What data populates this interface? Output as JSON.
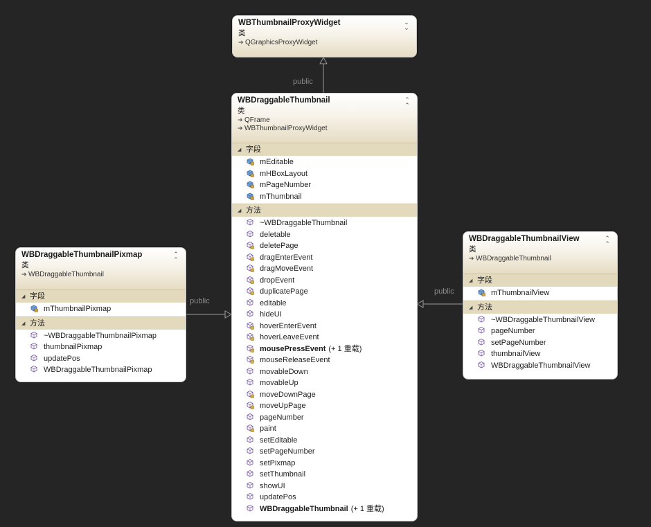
{
  "edge_labels": {
    "top": "public",
    "left": "public",
    "right": "public"
  },
  "classes": {
    "proxy": {
      "name": "WBThumbnailProxyWidget",
      "kind": "类",
      "collapse_icon": "chevron-double-down-icon",
      "bases": [
        "QGraphicsProxyWidget"
      ]
    },
    "main": {
      "name": "WBDraggableThumbnail",
      "kind": "类",
      "collapse_icon": "chevron-double-up-icon",
      "bases": [
        "QFrame",
        "WBThumbnailProxyWidget"
      ],
      "fields_label": "字段",
      "fields": [
        "mEditable",
        "mHBoxLayout",
        "mPageNumber",
        "mThumbnail"
      ],
      "methods_label": "方法",
      "methods": [
        {
          "name": "~WBDraggableThumbnail",
          "icon": "public-method-icon"
        },
        {
          "name": "deletable",
          "icon": "public-method-icon"
        },
        {
          "name": "deletePage",
          "icon": "protected-method-icon"
        },
        {
          "name": "dragEnterEvent",
          "icon": "protected-method-icon"
        },
        {
          "name": "dragMoveEvent",
          "icon": "protected-method-icon"
        },
        {
          "name": "dropEvent",
          "icon": "protected-method-icon"
        },
        {
          "name": "duplicatePage",
          "icon": "protected-method-icon"
        },
        {
          "name": "editable",
          "icon": "public-method-icon"
        },
        {
          "name": "hideUI",
          "icon": "public-method-icon"
        },
        {
          "name": "hoverEnterEvent",
          "icon": "protected-method-icon"
        },
        {
          "name": "hoverLeaveEvent",
          "icon": "protected-method-icon"
        },
        {
          "name": "mousePressEvent",
          "icon": "protected-method-icon",
          "bold": true,
          "overload": "(+ 1 重载)"
        },
        {
          "name": "mouseReleaseEvent",
          "icon": "protected-method-icon"
        },
        {
          "name": "movableDown",
          "icon": "public-method-icon"
        },
        {
          "name": "movableUp",
          "icon": "public-method-icon"
        },
        {
          "name": "moveDownPage",
          "icon": "protected-method-icon"
        },
        {
          "name": "moveUpPage",
          "icon": "protected-method-icon"
        },
        {
          "name": "pageNumber",
          "icon": "public-method-icon"
        },
        {
          "name": "paint",
          "icon": "protected-method-icon"
        },
        {
          "name": "setEditable",
          "icon": "public-method-icon"
        },
        {
          "name": "setPageNumber",
          "icon": "public-method-icon"
        },
        {
          "name": "setPixmap",
          "icon": "public-method-icon"
        },
        {
          "name": "setThumbnail",
          "icon": "public-method-icon"
        },
        {
          "name": "showUI",
          "icon": "public-method-icon"
        },
        {
          "name": "updatePos",
          "icon": "public-method-icon"
        },
        {
          "name": "WBDraggableThumbnail",
          "icon": "public-method-icon",
          "bold": true,
          "overload": "(+ 1 重载)"
        }
      ]
    },
    "pixmap": {
      "name": "WBDraggableThumbnailPixmap",
      "kind": "类",
      "collapse_icon": "chevron-double-up-icon",
      "bases": [
        "WBDraggableThumbnail"
      ],
      "fields_label": "字段",
      "fields": [
        "mThumbnailPixmap"
      ],
      "methods_label": "方法",
      "methods": [
        {
          "name": "~WBDraggableThumbnailPixmap",
          "icon": "public-method-icon"
        },
        {
          "name": "thumbnailPixmap",
          "icon": "public-method-icon"
        },
        {
          "name": "updatePos",
          "icon": "public-method-icon"
        },
        {
          "name": "WBDraggableThumbnailPixmap",
          "icon": "public-method-icon"
        }
      ]
    },
    "view": {
      "name": "WBDraggableThumbnailView",
      "kind": "类",
      "collapse_icon": "chevron-double-up-icon",
      "bases": [
        "WBDraggableThumbnail"
      ],
      "fields_label": "字段",
      "fields": [
        "mThumbnailView"
      ],
      "methods_label": "方法",
      "methods": [
        {
          "name": "~WBDraggableThumbnailView",
          "icon": "public-method-icon"
        },
        {
          "name": "pageNumber",
          "icon": "public-method-icon"
        },
        {
          "name": "setPageNumber",
          "icon": "public-method-icon"
        },
        {
          "name": "thumbnailView",
          "icon": "public-method-icon"
        },
        {
          "name": "WBDraggableThumbnailView",
          "icon": "public-method-icon"
        }
      ]
    }
  }
}
